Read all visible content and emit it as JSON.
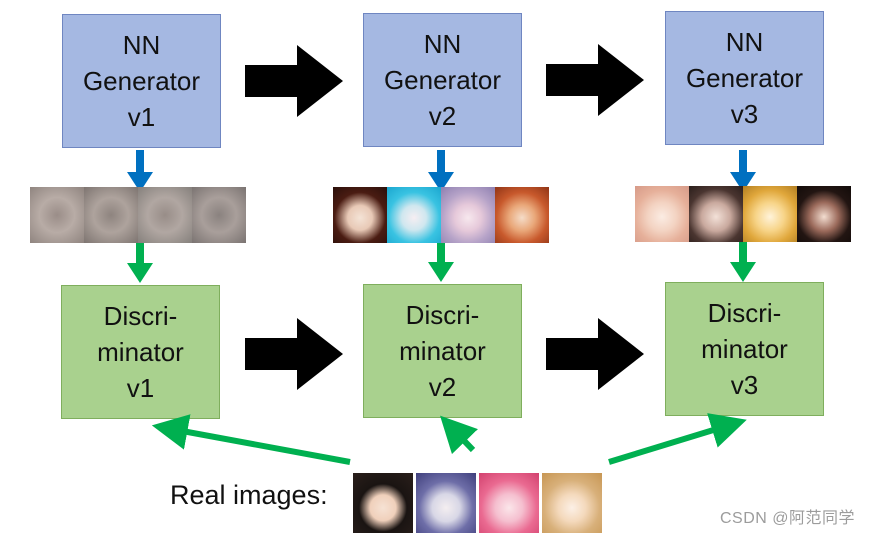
{
  "generators": [
    {
      "line1": "NN",
      "line2": "Generator",
      "line3": "v1"
    },
    {
      "line1": "NN",
      "line2": "Generator",
      "line3": "v2"
    },
    {
      "line1": "NN",
      "line2": "Generator",
      "line3": "v3"
    }
  ],
  "discriminators": [
    {
      "line1": "Discri-",
      "line2": "minator",
      "line3": "v1"
    },
    {
      "line1": "Discri-",
      "line2": "minator",
      "line3": "v2"
    },
    {
      "line1": "Discri-",
      "line2": "minator",
      "line3": "v3"
    }
  ],
  "real_images_label": "Real images:",
  "watermark": "CSDN @阿范同学",
  "colors": {
    "generator_fill": "#a5b8e2",
    "discriminator_fill": "#a9d18e",
    "blue_arrow": "#0070c0",
    "green_arrow": "#00b050",
    "big_arrow": "#000000"
  }
}
